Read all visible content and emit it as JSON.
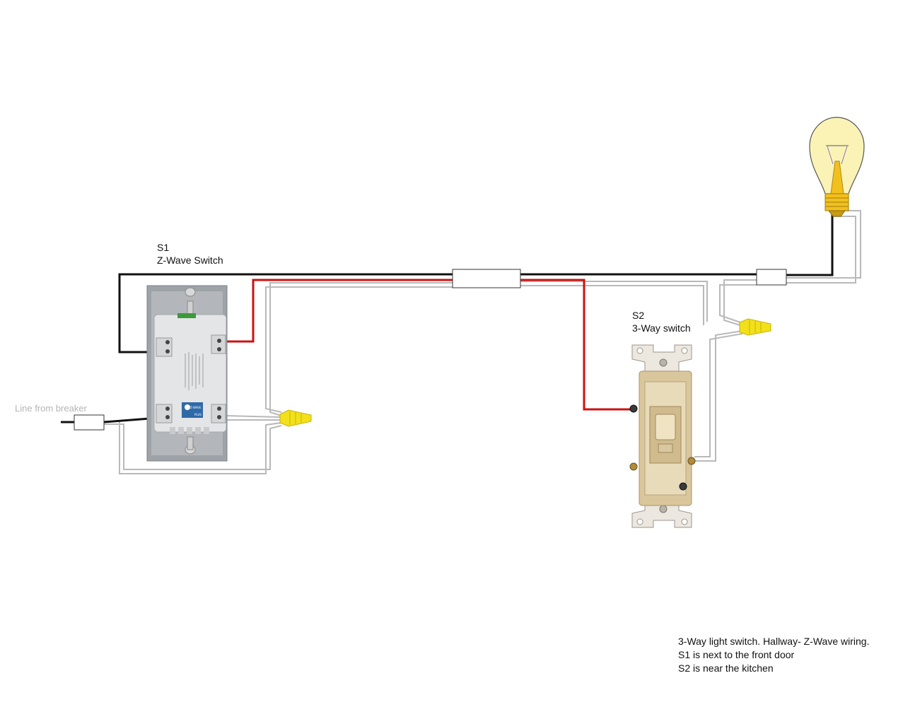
{
  "labels": {
    "s1_id": "S1",
    "s1_type": "Z-Wave Switch",
    "s2_id": "S2",
    "s2_type": "3-Way switch",
    "line": "Line from breaker"
  },
  "zwave_badge": {
    "brand": "Z-WAVE",
    "tier": "PLUS"
  },
  "caption": {
    "line1": "3-Way light switch. Hallway- Z-Wave wiring.",
    "line2": "S1 is next to the front door",
    "line3": "S2 is near the kitchen"
  },
  "colors": {
    "hot_wire": "#111111",
    "traveler_wire": "#cc1111",
    "neutral_wire": "#b9b9b9",
    "wire_nut": "#f2e01a",
    "bulb_glass": "#fbf3b6",
    "bulb_base": "#f2c01d",
    "toggle_body": "#d9c69c"
  }
}
